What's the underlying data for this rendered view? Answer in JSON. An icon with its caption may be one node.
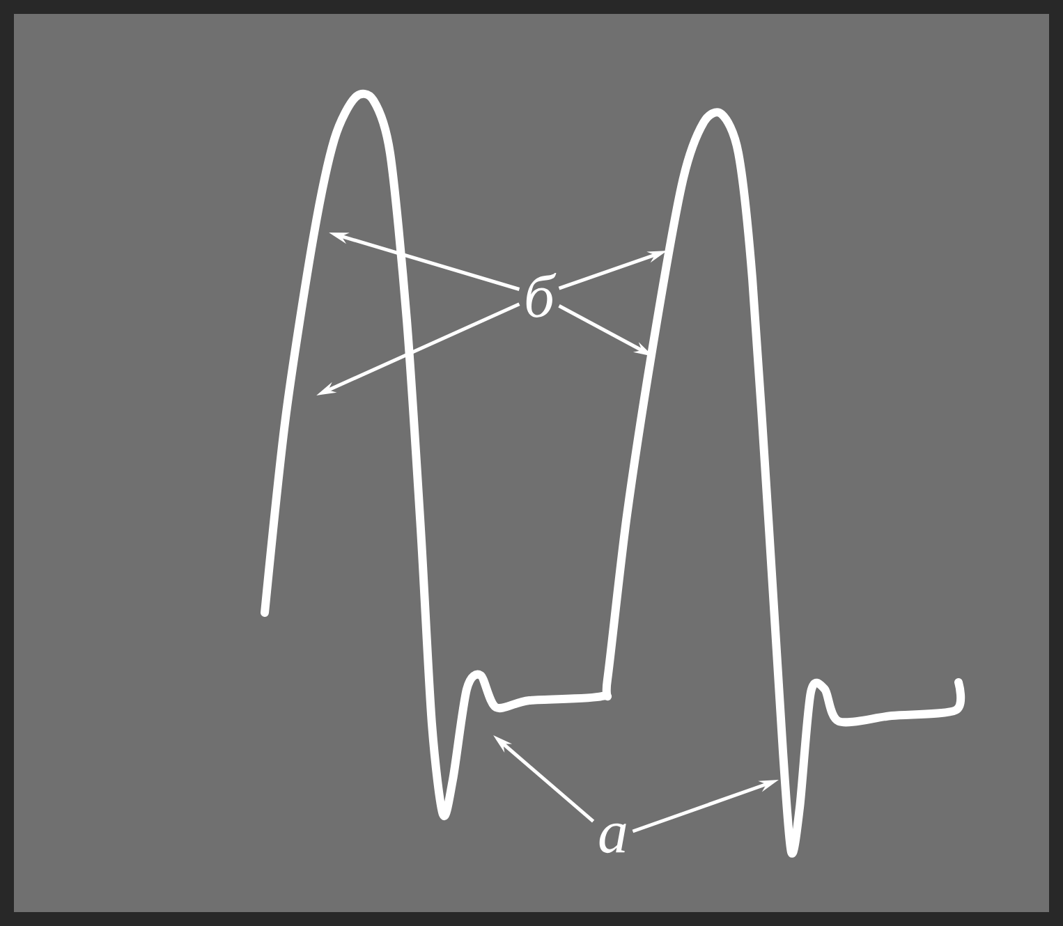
{
  "diagram": {
    "nodes": [
      {
        "text": [
          "б"
        ]
      },
      {
        "text": [
          "а"
        ]
      }
    ],
    "edges": [
      {
        "from": 0,
        "to": null,
        "arrow": "to"
      },
      {
        "from": 0,
        "to": null,
        "arrow": "to"
      },
      {
        "from": 0,
        "to": null,
        "arrow": "to"
      },
      {
        "from": 0,
        "to": null,
        "arrow": "to"
      },
      {
        "from": 1,
        "to": null,
        "arrow": "to"
      },
      {
        "from": 1,
        "to": null,
        "arrow": "to"
      }
    ]
  }
}
